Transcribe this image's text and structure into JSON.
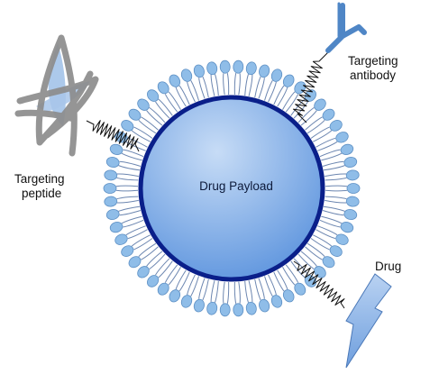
{
  "diagram": {
    "core_label": "Drug Payload",
    "labels": {
      "antibody": [
        "Targeting",
        "antibody"
      ],
      "peptide": [
        "Targeting",
        "peptide"
      ],
      "drug": "Drug"
    }
  },
  "colors": {
    "core_fill_light": "#c7dcf6",
    "core_fill_dark": "#5e95de",
    "core_stroke": "#0a1f8a",
    "lipid_head": "#8fbde8",
    "lipid_head_stroke": "#5c8fc4",
    "lipid_tail": "#6c86b0",
    "antibody": "#4f86c6",
    "peptide_gray": "#8c8c8c",
    "peptide_blue": "#a8c6ea",
    "drug_bolt": "#8ab2e6",
    "linker": "#111111"
  }
}
